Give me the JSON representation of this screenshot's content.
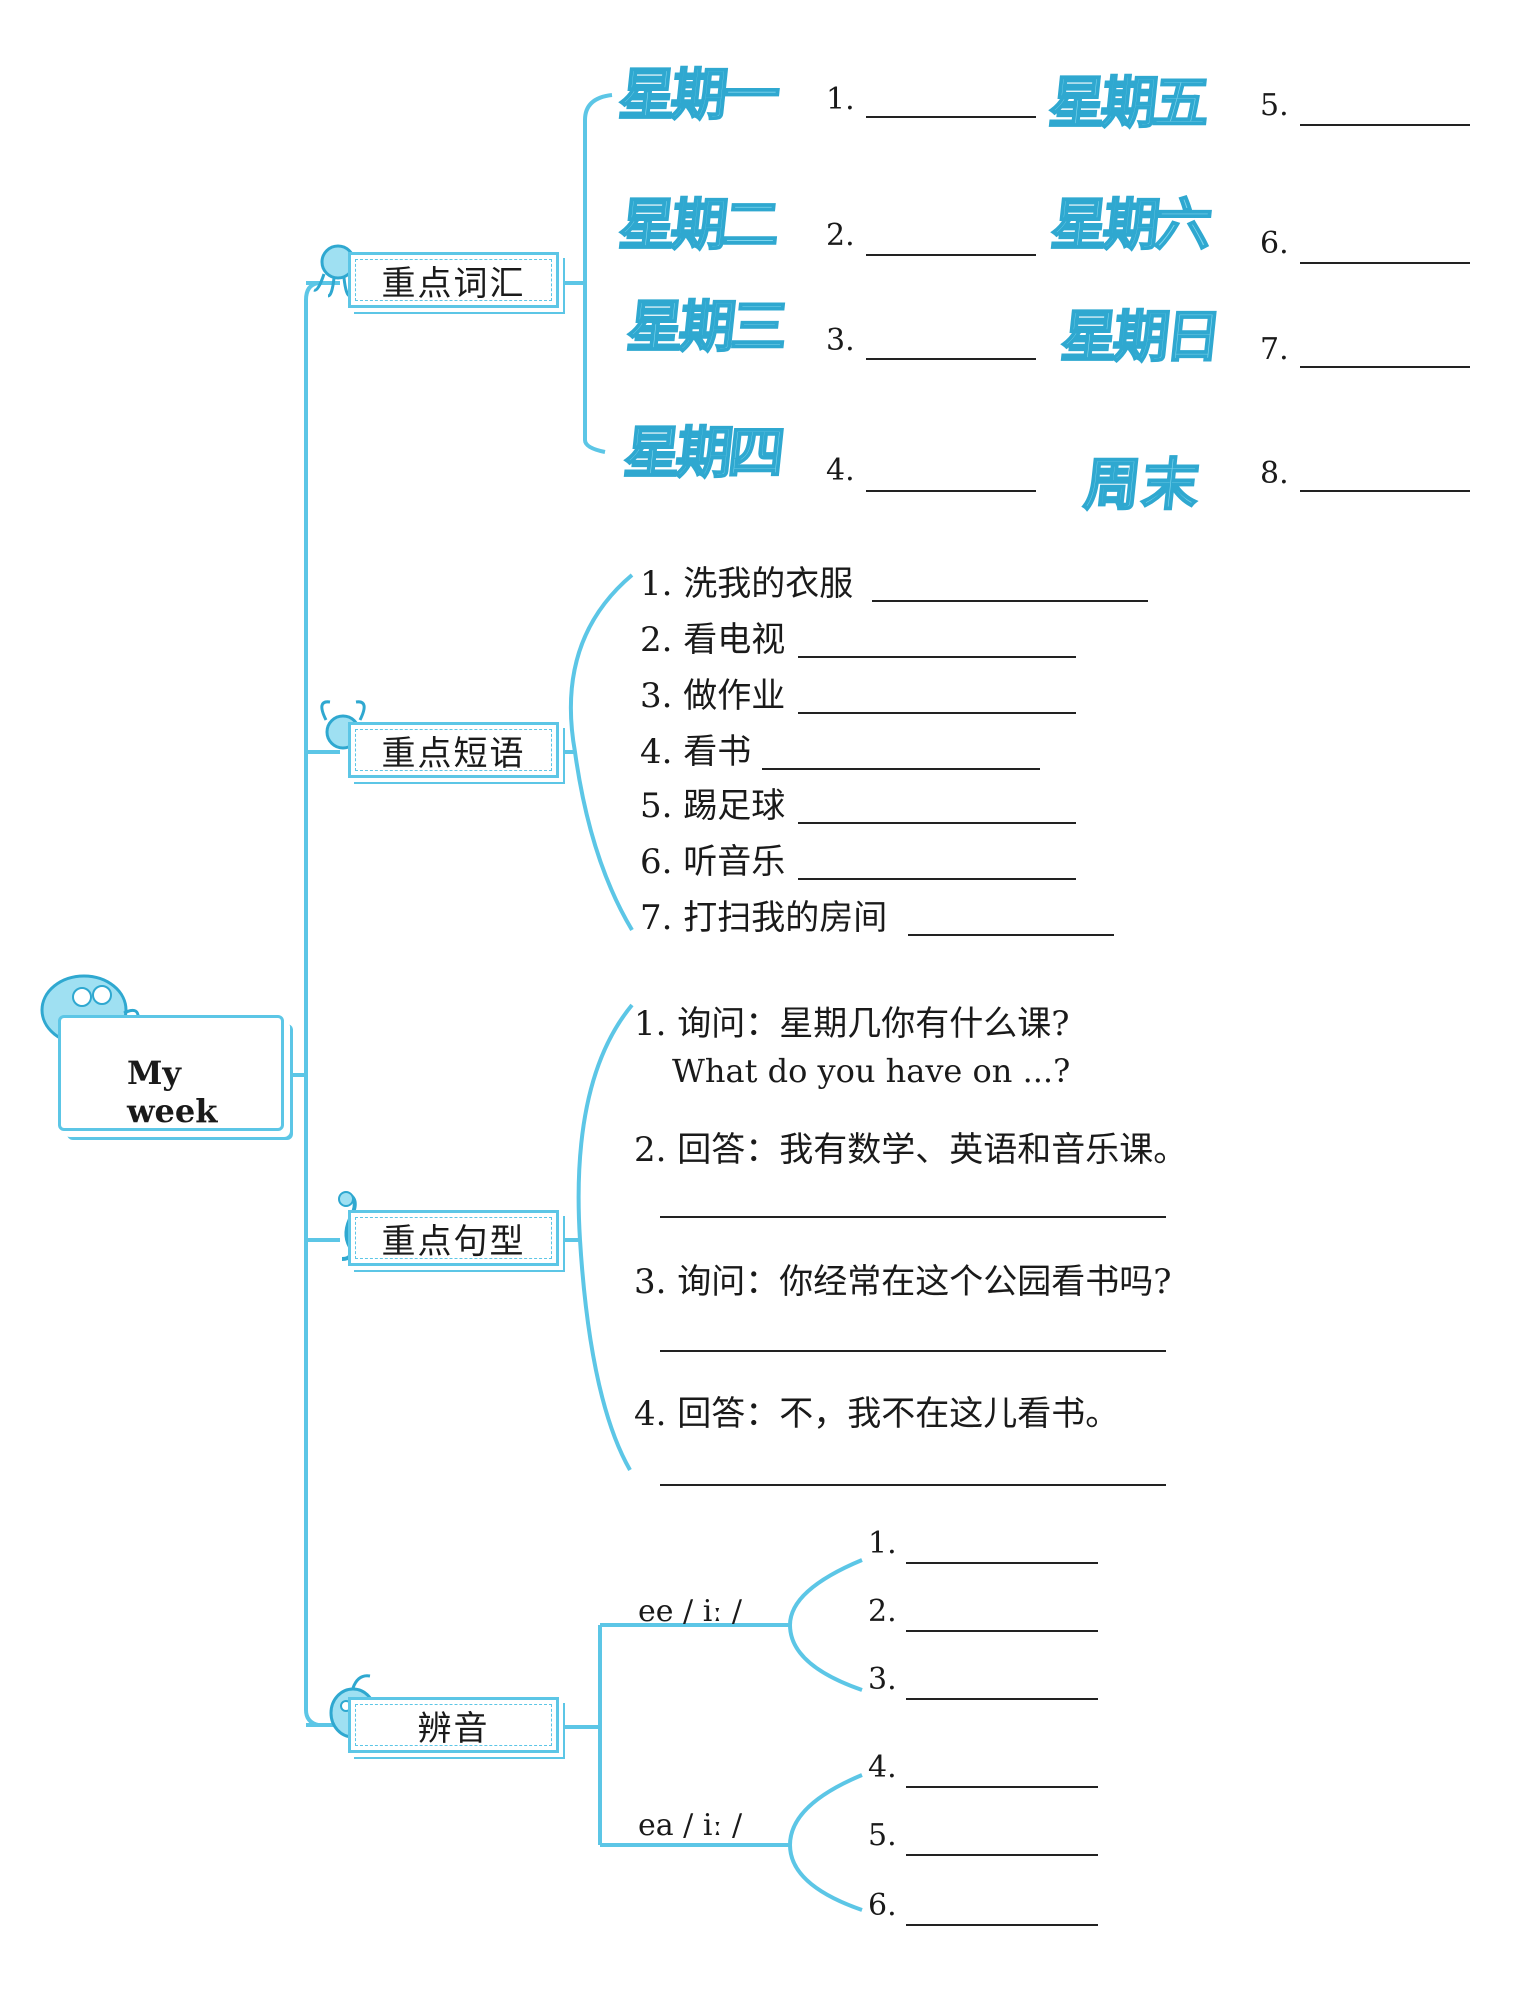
{
  "root": {
    "title": "My week"
  },
  "sections": {
    "vocab": "重点词汇",
    "phrases": "重点短语",
    "sentences": "重点句型",
    "phonics": "辨音"
  },
  "vocab_items": [
    {
      "label": "星期一",
      "num": "1."
    },
    {
      "label": "星期二",
      "num": "2."
    },
    {
      "label": "星期三",
      "num": "3."
    },
    {
      "label": "星期四",
      "num": "4."
    },
    {
      "label": "星期五",
      "num": "5."
    },
    {
      "label": "星期六",
      "num": "6."
    },
    {
      "label": "星期日",
      "num": "7."
    },
    {
      "label": "周末",
      "num": "8."
    }
  ],
  "phrase_items": [
    "1. 洗我的衣服",
    "2. 看电视",
    "3. 做作业",
    "4. 看书",
    "5. 踢足球",
    "6. 听音乐",
    "7. 打扫我的房间"
  ],
  "sentence_items": [
    {
      "q": "1. 询问：星期几你有什么课?",
      "hint": "What do you have on ...?"
    },
    {
      "q": "2. 回答：我有数学、英语和音乐课。",
      "hint": ""
    },
    {
      "q": "3. 询问：你经常在这个公园看书吗?",
      "hint": ""
    },
    {
      "q": "4. 回答：不，我不在这儿看书。",
      "hint": ""
    }
  ],
  "phonics": {
    "groups": [
      {
        "sound": "ee / iː /",
        "nums": [
          "1.",
          "2.",
          "3."
        ]
      },
      {
        "sound": "ea / iː /",
        "nums": [
          "4.",
          "5.",
          "6."
        ]
      }
    ]
  },
  "colors": {
    "accent": "#5cc6e6",
    "accent_dark": "#2fa8d0"
  }
}
